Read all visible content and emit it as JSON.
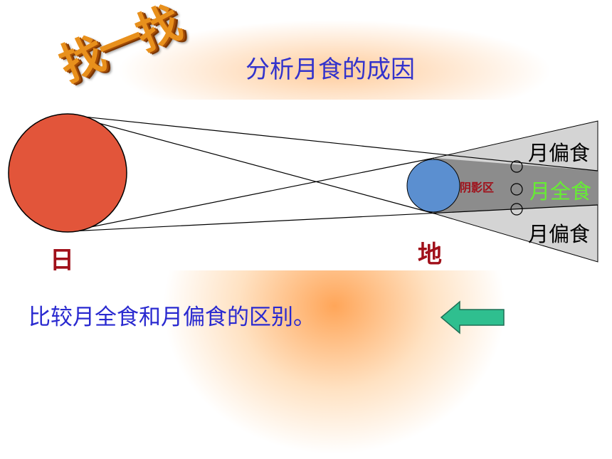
{
  "stamp": {
    "text": "找一找"
  },
  "title": "分析月食的成因",
  "diagram": {
    "sun_label": "日",
    "earth_label": "地",
    "shadow_label": "阴影区",
    "partial_top_label": "月偏食",
    "total_label": "月全食",
    "partial_bottom_label": "月偏食",
    "colors": {
      "sun": "#e2553a",
      "earth": "#5b8fd0",
      "umbra": "#8c8c8c",
      "penumbra": "#d4d4d4",
      "total_label": "#66ee33",
      "labels": "#a0101a"
    }
  },
  "prompt": "比较月全食和月偏食的区别。",
  "nav": {
    "back_icon": "left-arrow-icon",
    "arrow_color": "#2fbf8f"
  }
}
